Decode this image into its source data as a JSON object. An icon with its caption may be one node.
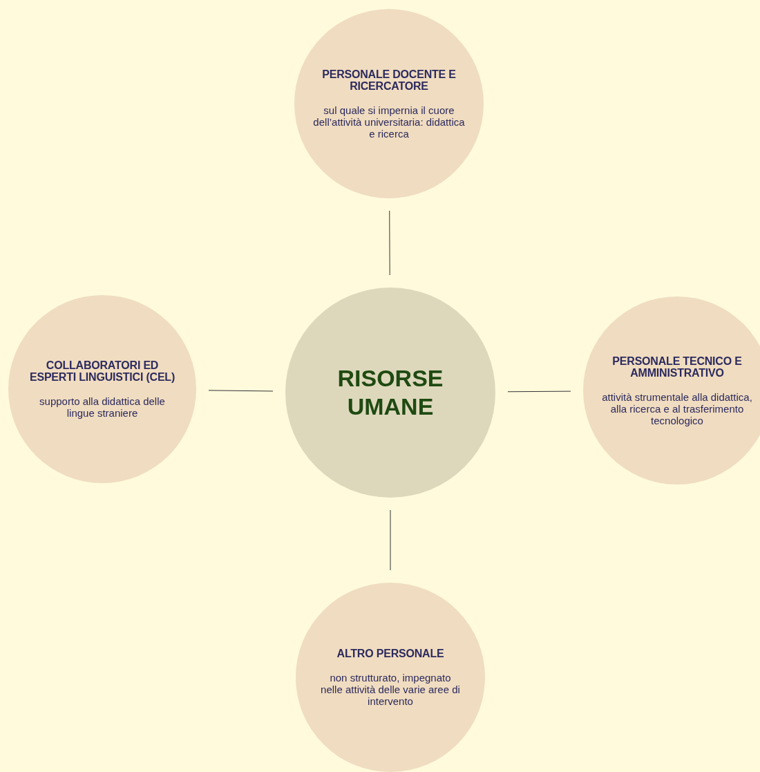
{
  "diagram": {
    "nodes": [
      {
        "text": [
          "PERSONALE DOCENTE E RICERCATORE",
          "sul quale si impernia il cuore dell’attività universitaria: didattica e ricerca"
        ]
      },
      {
        "text": [
          "COLLABORATORI ED ESPERTI LINGUISTICI (CEL)",
          "supporto alla didattica delle lingue straniere"
        ]
      },
      {
        "text": [
          "RISORSE UMANE"
        ]
      },
      {
        "text": [
          "PERSONALE TECNICO E AMMINISTRATIVO",
          "attività strumentale alla didattica, alla ricerca e al trasferimento tecnologico"
        ]
      },
      {
        "text": [
          "ALTRO PERSONALE",
          "non strutturato, impegnato nelle attività delle varie aree di intervento"
        ]
      }
    ],
    "edges": [
      {
        "from": 2,
        "to": 0,
        "arrow": "none"
      },
      {
        "from": 2,
        "to": 1,
        "arrow": "none"
      },
      {
        "from": 2,
        "to": 3,
        "arrow": "none"
      },
      {
        "from": 2,
        "to": 4,
        "arrow": "none"
      }
    ]
  }
}
